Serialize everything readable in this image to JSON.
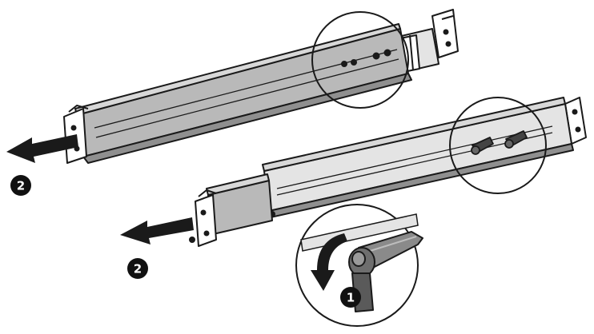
{
  "diagram": {
    "callouts": [
      {
        "id": "step-2-upper",
        "label": "2"
      },
      {
        "id": "step-2-lower",
        "label": "2"
      },
      {
        "id": "step-1-detail",
        "label": "1"
      }
    ],
    "colors": {
      "line": "#1a1a1a",
      "rail_fill": "#b9b9b9",
      "rail_fill_dark": "#8f8f8f",
      "rail_fill_light": "#e4e4e4",
      "callout_fill": "#111111",
      "background": "#ffffff"
    },
    "icons": [
      "arrow-left-icon",
      "rotate-ccw-arrow-icon",
      "wing-screw-icon"
    ]
  }
}
